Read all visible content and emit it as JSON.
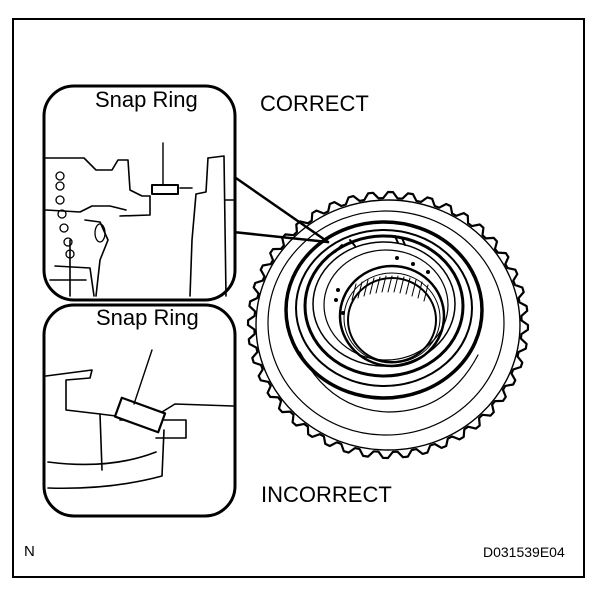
{
  "labels": {
    "snap_ring_top": "Snap Ring",
    "correct": "CORRECT",
    "snap_ring_bottom": "Snap Ring",
    "incorrect": "INCORRECT",
    "corner_mark": "N",
    "figure_code": "D031539E04"
  }
}
